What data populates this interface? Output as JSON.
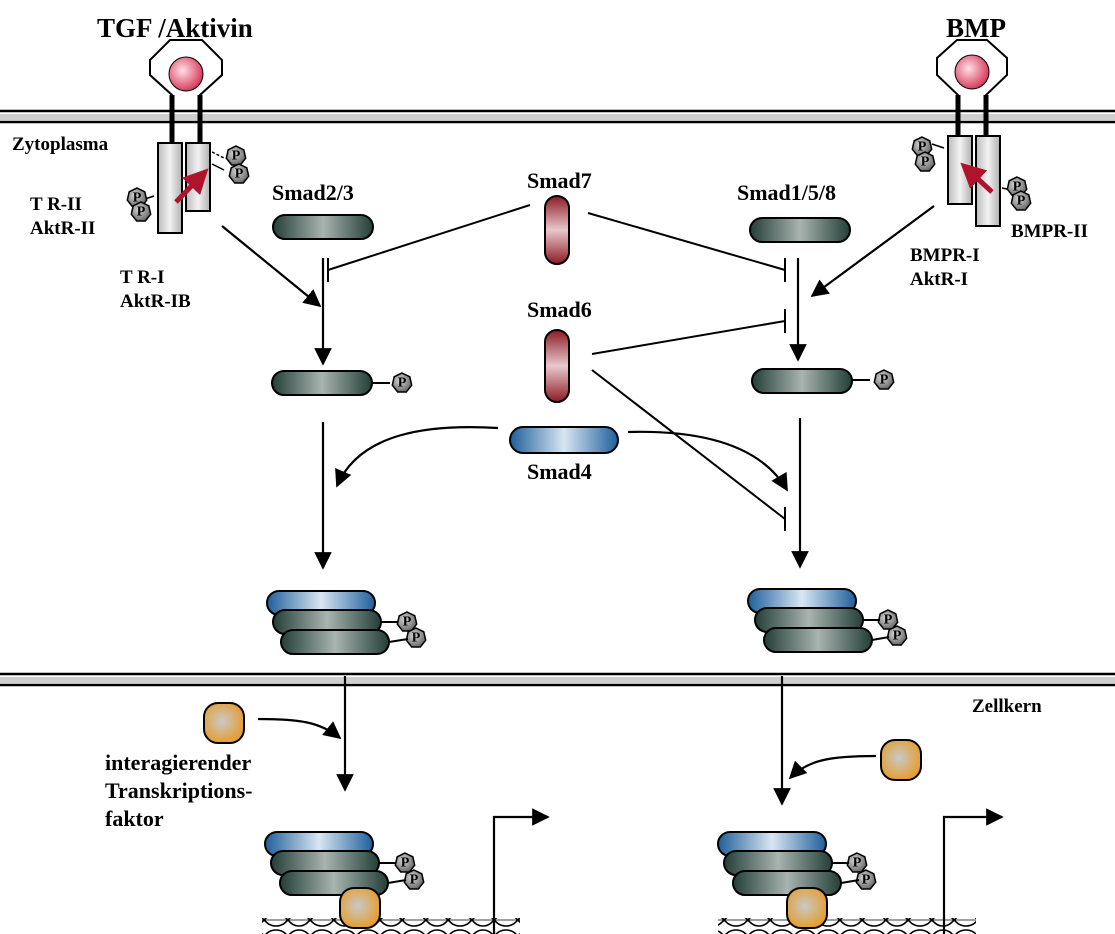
{
  "labels": {
    "tgf_activin": "TGF  /Aktivin",
    "bmp": "BMP",
    "zytoplasma": "Zytoplasma",
    "zellkern": "Zellkern",
    "tbr2": "T  R-II",
    "aktr2": "AktR-II",
    "tbr1": "T  R-I",
    "aktr1b": "AktR-IB",
    "bmpr1": "BMPR-I",
    "aktr1": "AktR-I",
    "bmpr2": "BMPR-II",
    "smad23": "Smad2/3",
    "smad7": "Smad7",
    "smad158": "Smad1/5/8",
    "smad6": "Smad6",
    "smad4": "Smad4",
    "tf_line1": "interagierender",
    "tf_line2": "Transkriptions-",
    "tf_line3": "faktor",
    "phospho": "P"
  },
  "colors": {
    "r_smad": "#2f4f46",
    "co_smad": "#2a78b8",
    "i_smad": "#a0202c",
    "ligand": "#e0506a",
    "transcription_factor": "#e8a030",
    "kinase_arrow": "#b0142a",
    "phosphate": "#555555",
    "membrane": "#9a9a9a"
  },
  "icons": {
    "ligand": "ligand-ball-icon",
    "phosphate": "phosphate-icon",
    "dna": "dna-helix-icon",
    "transcription_start": "transcription-arrow-icon"
  }
}
